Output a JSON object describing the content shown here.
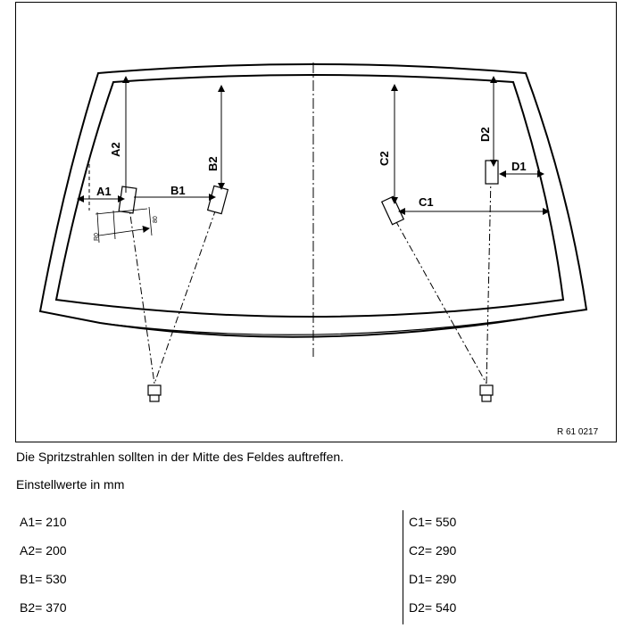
{
  "figure": {
    "labels": {
      "a1": "A1",
      "a2": "A2",
      "b1": "B1",
      "b2": "B2",
      "c1": "C1",
      "c2": "C2",
      "d1": "D1",
      "d2": "D2",
      "r40": "R0",
      "r80": "80"
    },
    "reference": "R 61 0217"
  },
  "caption": {
    "line1": "Die Spritzstrahlen sollten in der Mitte des Feldes auftreffen.",
    "line2": "Einstellwerte in mm"
  },
  "values_left": [
    {
      "label": "A1=",
      "value": "210"
    },
    {
      "label": "A2=",
      "value": "200"
    },
    {
      "label": "B1=",
      "value": "530"
    },
    {
      "label": "B2=",
      "value": "370"
    }
  ],
  "values_right": [
    {
      "label": "C1=",
      "value": "550"
    },
    {
      "label": "C2=",
      "value": "290"
    },
    {
      "label": "D1=",
      "value": "290"
    },
    {
      "label": "D2=",
      "value": "540"
    }
  ]
}
